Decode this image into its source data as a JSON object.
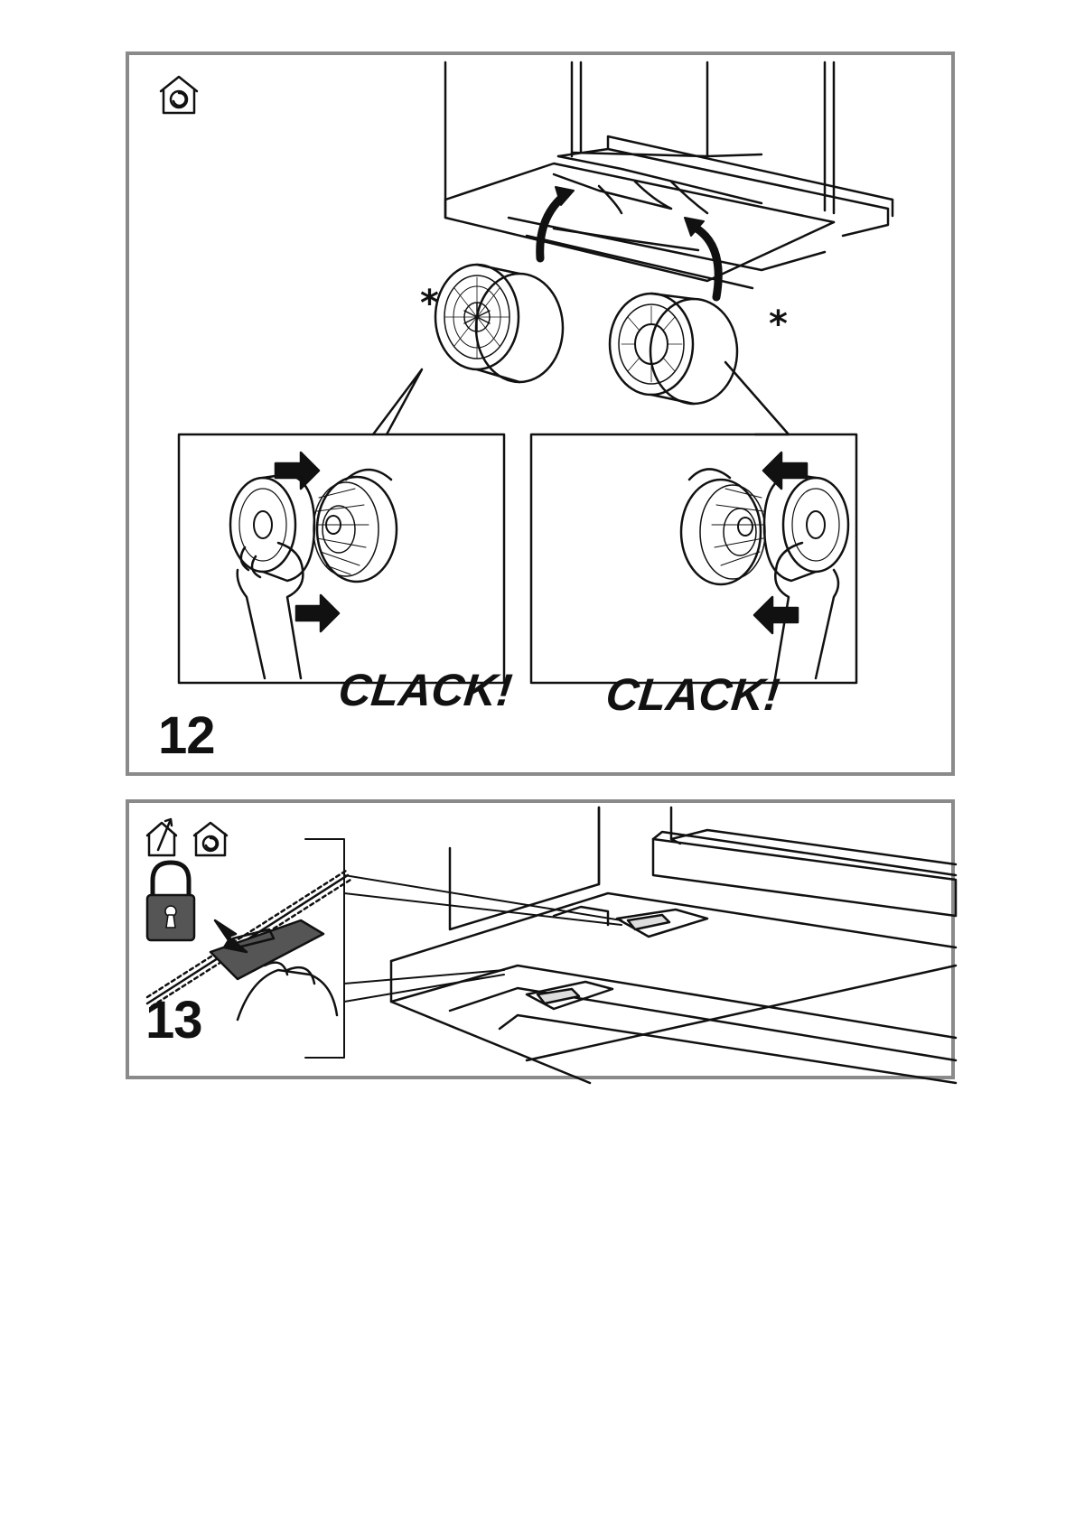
{
  "steps": [
    {
      "number": "12",
      "callouts": [
        "CLACK!",
        "CLACK!"
      ],
      "marker": "*"
    },
    {
      "number": "13"
    }
  ],
  "icons": {
    "recirculation": "recirculation-mode-icon",
    "extraction": "extraction-mode-icon",
    "lock": "padlock-icon"
  },
  "colors": {
    "frame": "#8a8a8a",
    "ink": "#111111",
    "filter_shade": "#555555"
  }
}
